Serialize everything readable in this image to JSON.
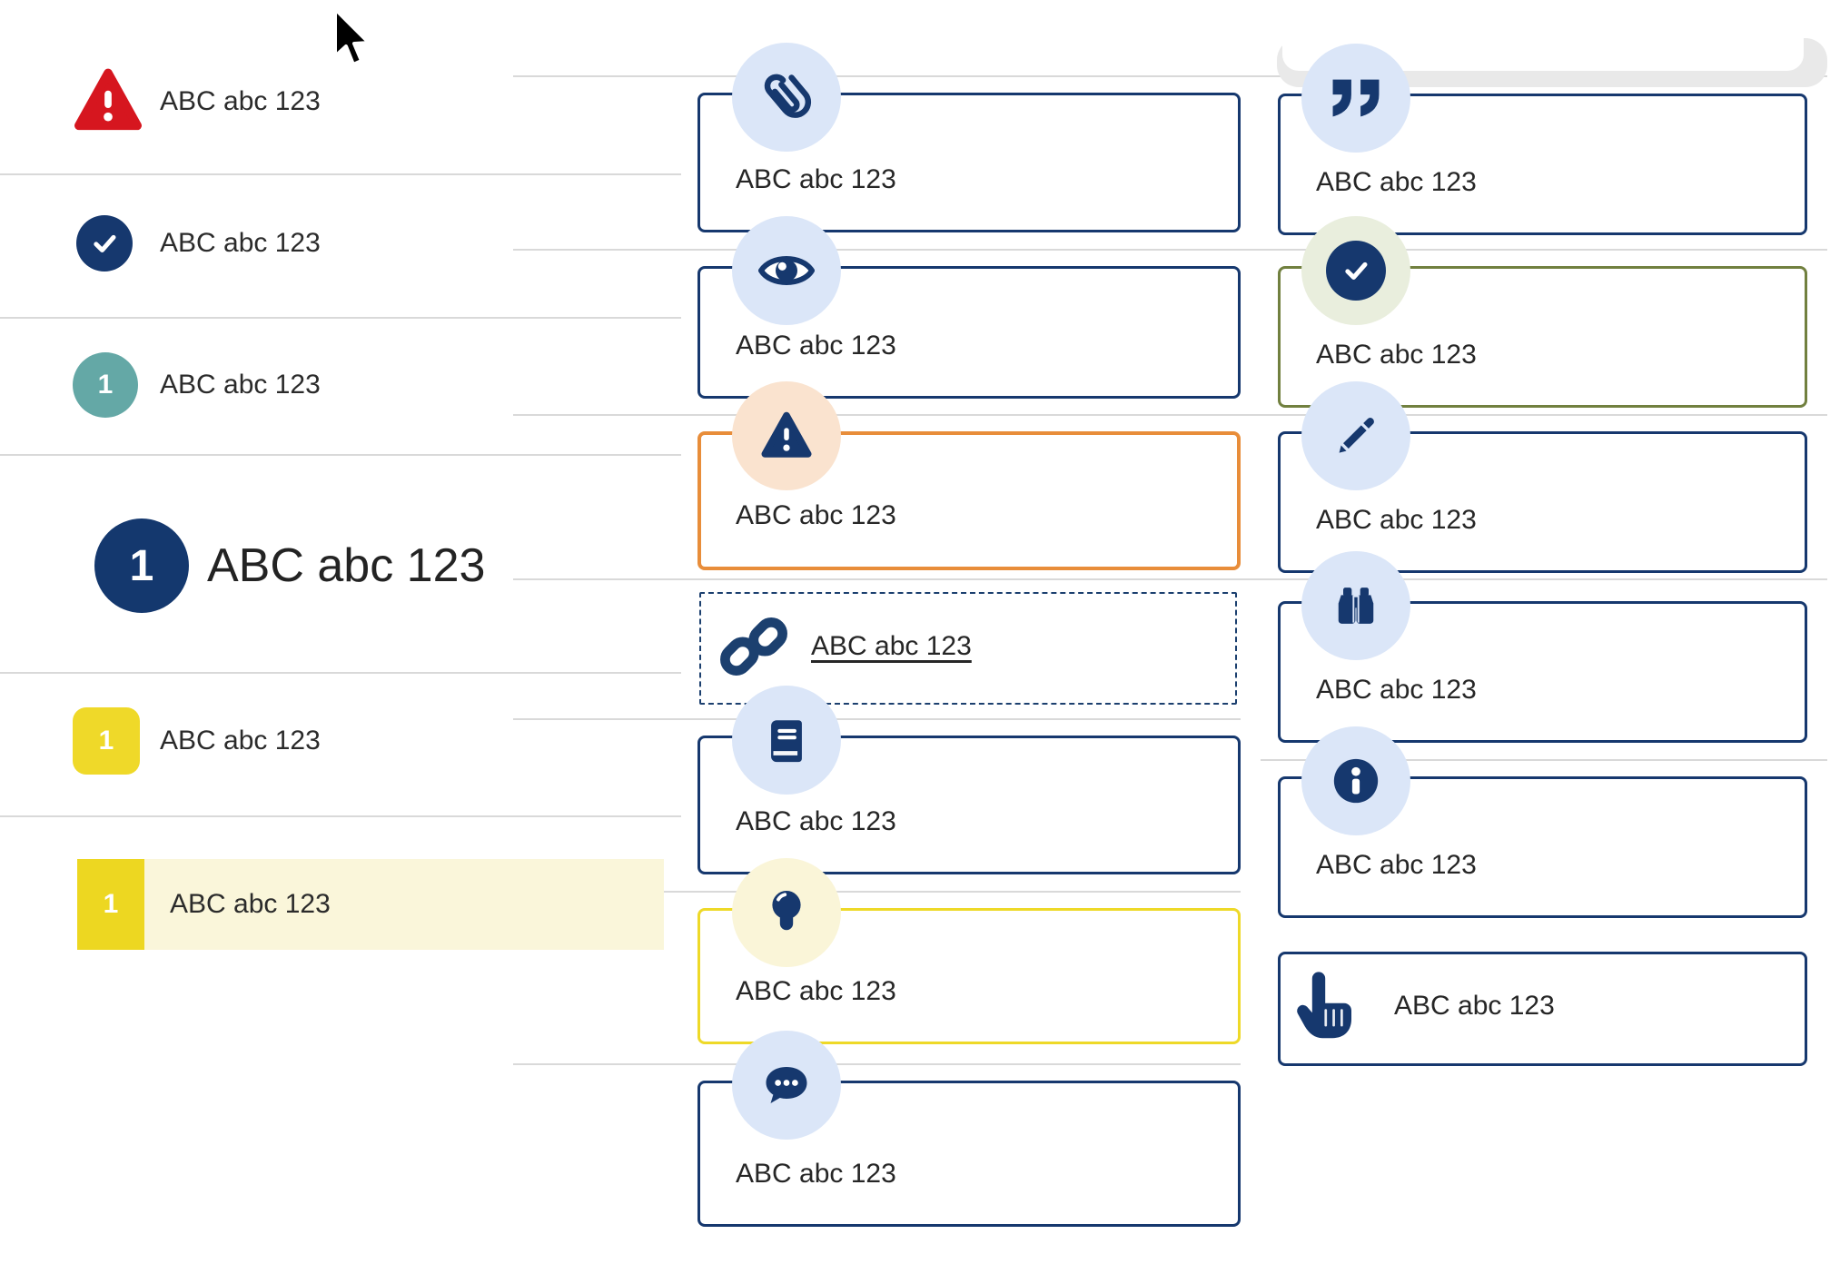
{
  "left_list": {
    "items": [
      {
        "icon": "warning-triangle-icon",
        "label": "ABC abc 123"
      },
      {
        "icon": "check-circle-icon",
        "label": "ABC abc 123"
      },
      {
        "icon": "teal-number-badge",
        "number": "1",
        "label": "ABC abc 123"
      },
      {
        "icon": "navy-number-badge-large",
        "number": "1",
        "label": "ABC abc 123"
      },
      {
        "icon": "yellow-number-badge",
        "number": "1",
        "label": "ABC abc 123"
      },
      {
        "icon": "yellow-number-badge-highlighted",
        "number": "1",
        "label": "ABC abc 123"
      }
    ]
  },
  "middle_cards": [
    {
      "icon": "paperclip-icon",
      "variant": "navy",
      "label": "ABC abc 123"
    },
    {
      "icon": "eye-icon",
      "variant": "navy",
      "label": "ABC abc 123"
    },
    {
      "icon": "warning-icon",
      "variant": "orange",
      "label": "ABC abc 123"
    },
    {
      "icon": "link-icon",
      "variant": "dashed",
      "label": "ABC abc 123"
    },
    {
      "icon": "book-icon",
      "variant": "navy",
      "label": "ABC abc 123"
    },
    {
      "icon": "lightbulb-icon",
      "variant": "yellow",
      "label": "ABC abc 123"
    },
    {
      "icon": "chat-icon",
      "variant": "navy",
      "label": "ABC abc 123"
    }
  ],
  "right_cards": [
    {
      "icon": "quote-icon",
      "variant": "navy",
      "label": "ABC abc 123"
    },
    {
      "icon": "check-icon",
      "variant": "olive",
      "label": "ABC abc 123"
    },
    {
      "icon": "pencil-icon",
      "variant": "navy",
      "label": "ABC abc 123"
    },
    {
      "icon": "binoculars-icon",
      "variant": "navy",
      "label": "ABC abc 123"
    },
    {
      "icon": "info-icon",
      "variant": "navy",
      "label": "ABC abc 123"
    },
    {
      "icon": "hand-pointer-icon",
      "variant": "navy",
      "label": "ABC abc 123"
    }
  ],
  "colors": {
    "navy": "#16386e",
    "red": "#d6161f",
    "teal": "#64a8a6",
    "yellow_badge": "#efd929",
    "yellow_highlight_square": "#edd721",
    "highlight_row_bg": "#faf6da",
    "orange_border": "#e88d3a",
    "yellow_border": "#eed928",
    "olive_border": "#71803f",
    "badge_blue_bg": "#dbe6f8",
    "badge_peach_bg": "#fae3cf",
    "badge_cream_bg": "#faf5d8",
    "badge_sage_bg": "#e9eedd",
    "rule_gray": "#d9d9d9",
    "top_bar_gray": "#e9e9e9"
  }
}
